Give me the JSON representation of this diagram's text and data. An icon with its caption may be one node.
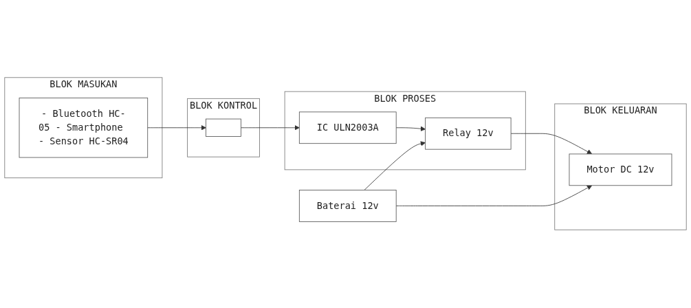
{
  "diagram": {
    "nodes": [
      {
        "text": [
          "BLOK MASUKAN"
        ]
      },
      {
        "text": [
          "- Bluetooth HC-05 - Smartphone - Sensor HC-SR04"
        ],
        "in": 0
      },
      {
        "text": [
          "BLOK KONTROL"
        ]
      },
      {
        "text": [],
        "shape": "box",
        "in": 2
      },
      {
        "text": [
          "BLOK PROSES"
        ]
      },
      {
        "text": [
          "IC ULN2003A"
        ],
        "in": 4
      },
      {
        "text": [
          "Relay 12v"
        ],
        "in": 4
      },
      {
        "text": [
          "BLOK KELUARAN"
        ]
      },
      {
        "text": [
          "Motor DC 12v"
        ],
        "in": 7
      },
      {
        "text": [
          "Baterai 12v"
        ]
      }
    ],
    "edges": [
      {
        "from": 1,
        "to": 3,
        "arrow": "to"
      },
      {
        "from": 3,
        "to": 5,
        "arrow": "to"
      },
      {
        "from": 5,
        "to": 6,
        "arrow": "to"
      },
      {
        "from": 6,
        "to": 8,
        "arrow": "to"
      },
      {
        "from": 9,
        "to": 6,
        "arrow": "to"
      },
      {
        "from": 9,
        "to": 8,
        "arrow": "to"
      }
    ]
  }
}
